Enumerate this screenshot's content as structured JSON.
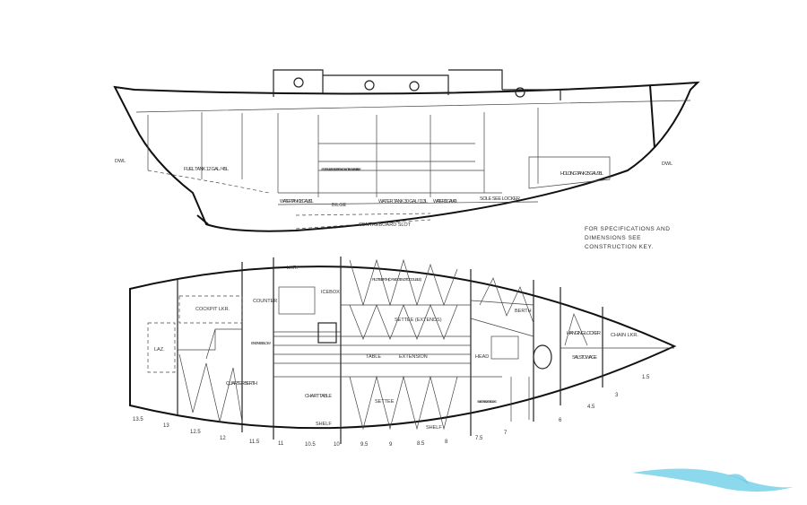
{
  "profile_labels": {
    "datum_aft": "DWL",
    "datum_fwd": "DWL",
    "fuel_tank": "FUEL TANK 12 GAL / 45L",
    "water_tank_aft": "WATER TANK 18 GAL / 80L",
    "bilge": "BILGE",
    "centreboard_trunk": "CENTREBOARD TRUNK TOP OF TRUNK CONNECT TO FLUSH WITH CABIN SOLE",
    "water_tank_mid": "WATER TANK 30 GAL / 113L",
    "water_tank_fwd": "WATER 11 GAL / 40L",
    "sole": "SOLE SEE LOCKER",
    "holding_tank": "HOLDING TANK 25 GAL / 95L",
    "centreboard_slot": "CENTREBOARD SLOT"
  },
  "note": [
    "FOR SPECIFICATIONS AND",
    "DIMENSIONS SEE",
    "CONSTRUCTION KEY."
  ],
  "plan_labels": {
    "lazarette": "LAZ.",
    "cockpit_locker": "COCKPIT LKR.",
    "locker": "LKR.",
    "counter": "COUNTER",
    "ice_box": "ICEBOX",
    "engine_below": "ENGINE BELOW",
    "quarter_berth": "QUARTER BERTH",
    "chart_table": "CHART TABLE",
    "shelf_aft": "SHELF",
    "pilot_berth": "PILOT BERTH (CAN EXTEND TO DOUBLE)",
    "settee_extends": "SETTEE (EXTENDS)",
    "table": "TABLE",
    "extension": "EXTENSION",
    "settee": "SETTEE",
    "shelf_fwd": "SHELF",
    "head": "HEAD",
    "berth": "BERTH",
    "hanging_locker": "HANGING LOCKER",
    "sail_stowage": "SAIL STOWAGE",
    "chain_locker": "CHAIN LKR.",
    "shelf_rack": "SHELF OR RACK FOR BOOKS"
  },
  "stations": [
    "13.5",
    "13",
    "12.5",
    "12",
    "11.5",
    "11",
    "10.5",
    "10",
    "9.5",
    "9",
    "8.5",
    "8",
    "7.5",
    "7",
    "6",
    "4.5",
    "3",
    "1.5"
  ],
  "watermark_color": "#5bc8e6"
}
